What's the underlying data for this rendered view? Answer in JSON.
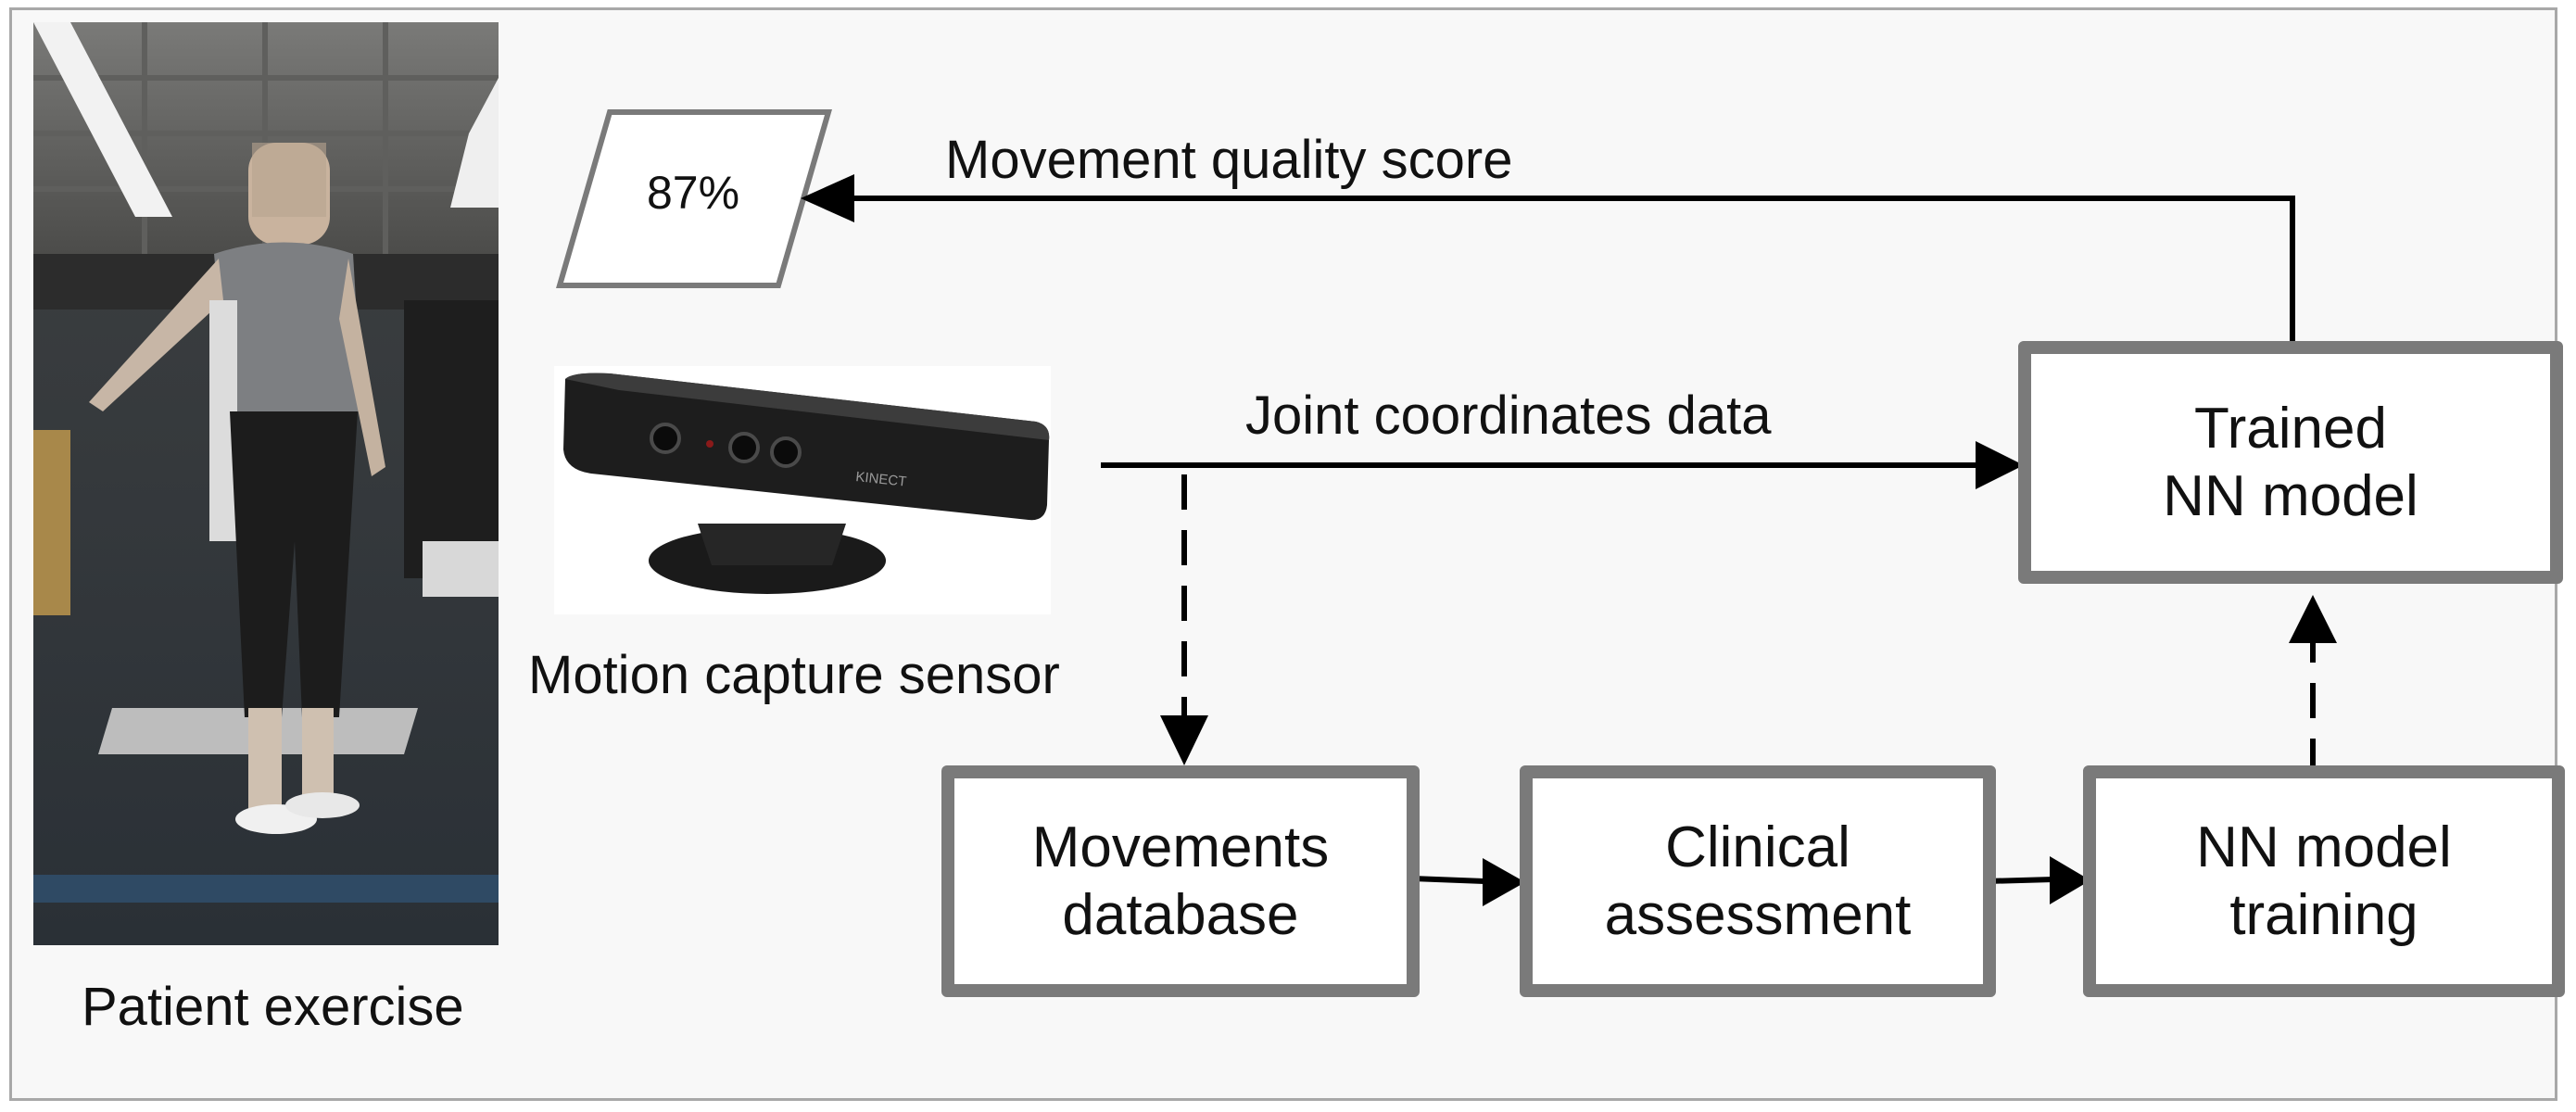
{
  "patient": {
    "caption": "Patient exercise"
  },
  "sensor": {
    "caption": "Motion capture sensor",
    "brand_text": "KINECT"
  },
  "output": {
    "score": "87%"
  },
  "edges": {
    "score_label": "Movement quality score",
    "joint_label": "Joint coordinates data"
  },
  "nodes": {
    "movements_db": "Movements\ndatabase",
    "clinical": "Clinical\nassessment",
    "nn_training": "NN model\ntraining",
    "trained_nn": "Trained\nNN model"
  },
  "colors": {
    "box_border": "#7a7a7a",
    "frame_border": "#a8a8a8",
    "arrow": "#000000"
  }
}
